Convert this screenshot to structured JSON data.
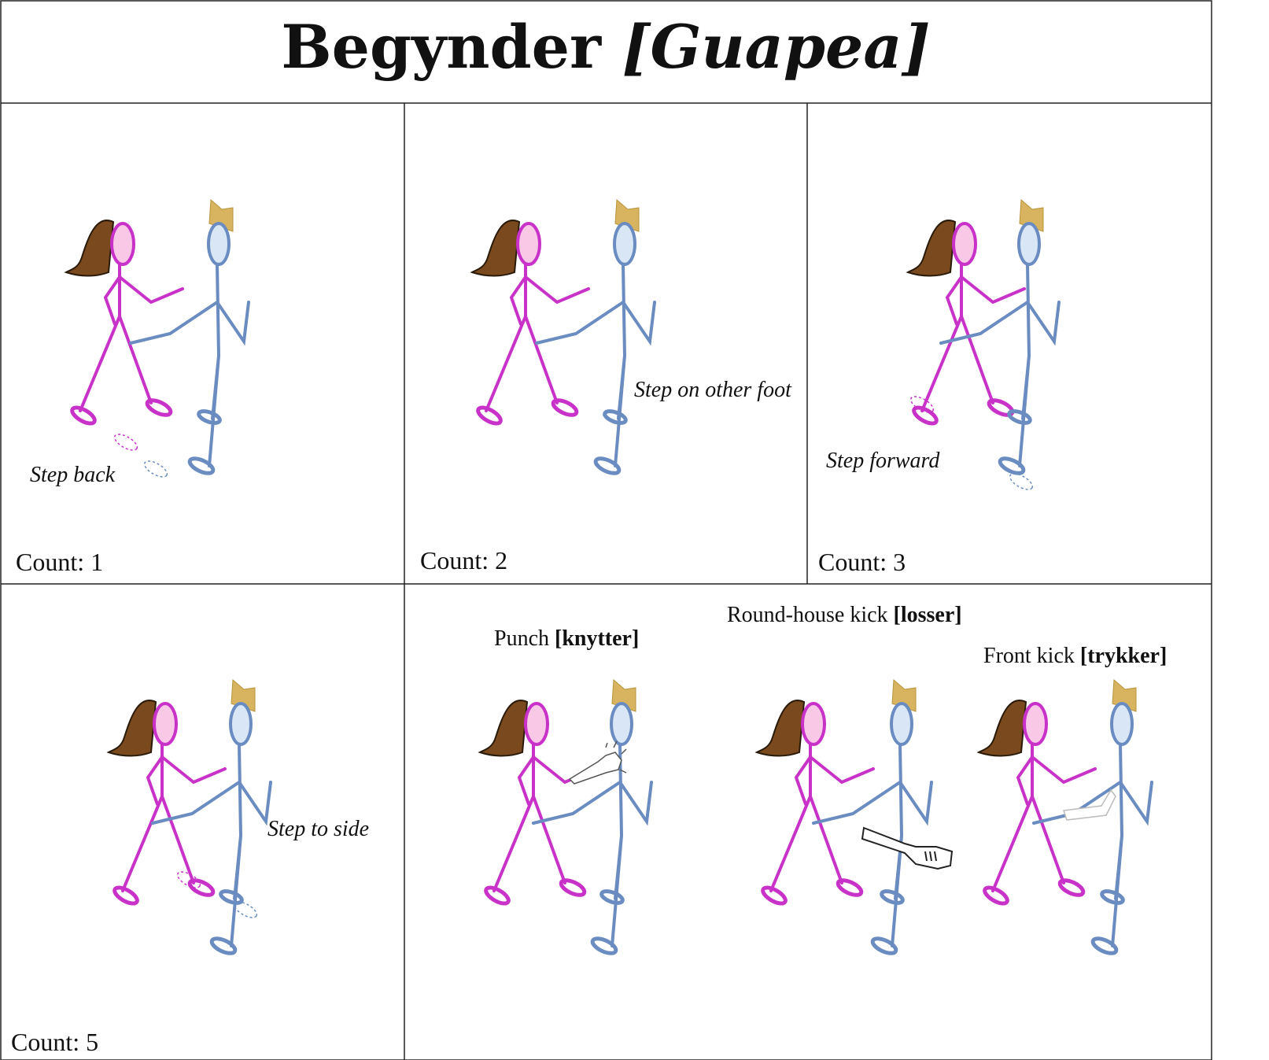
{
  "title": {
    "main": "Begynder",
    "sub": "[Guapea]"
  },
  "panels": [
    {
      "count": "Count: 1",
      "note": "Step back"
    },
    {
      "count": "Count: 2",
      "note": "Step on other foot"
    },
    {
      "count": "Count: 3",
      "note": "Step forward"
    },
    {
      "count": "Count: 5",
      "note": "Step to side"
    }
  ],
  "variations": [
    {
      "name": "Punch",
      "term": "[knytter]"
    },
    {
      "name": "Round-house kick",
      "term": "[losser]"
    },
    {
      "name": "Front kick",
      "term": "[trykker]"
    }
  ],
  "colors": {
    "woman": "#c832c8",
    "woman_face": "#f8c8e6",
    "woman_hair": "#7a4a1e",
    "man": "#6a8cc0",
    "man_face": "#d8e6f6",
    "man_hair": "#d8b460",
    "grid": "#222222"
  }
}
